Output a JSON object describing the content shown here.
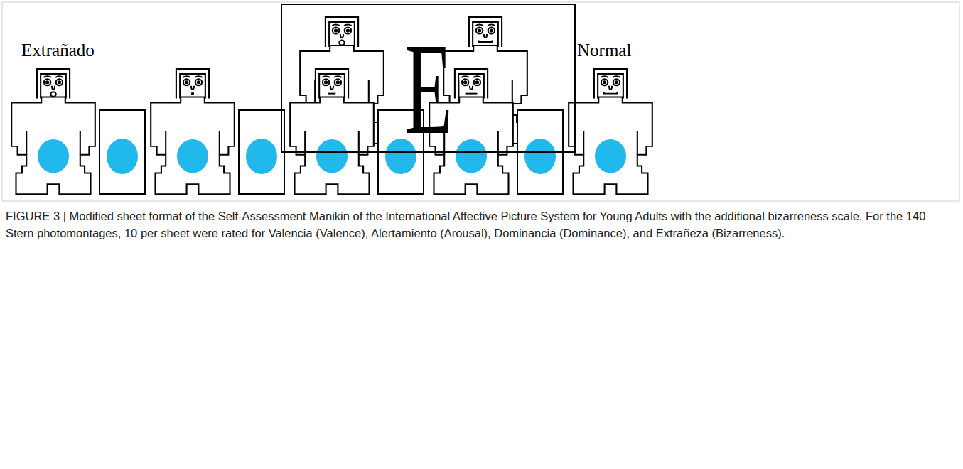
{
  "diagram": {
    "caption": "FIGURE 3 | Modified sheet format of the Self-Assessment Manikin of the International Affective Picture System for Young Adults with the additional bizarreness scale. For the 140 Stern photomontages, 10 per sheet were rated for Valencia (Valence), Alertamiento (Arousal), Dominancia (Dominance), and Extrañeza (Bizarreness).",
    "nodes": [
      {
        "text": [
          "E"
        ]
      }
    ],
    "labels": [
      "Extrañado",
      "Normal"
    ]
  }
}
